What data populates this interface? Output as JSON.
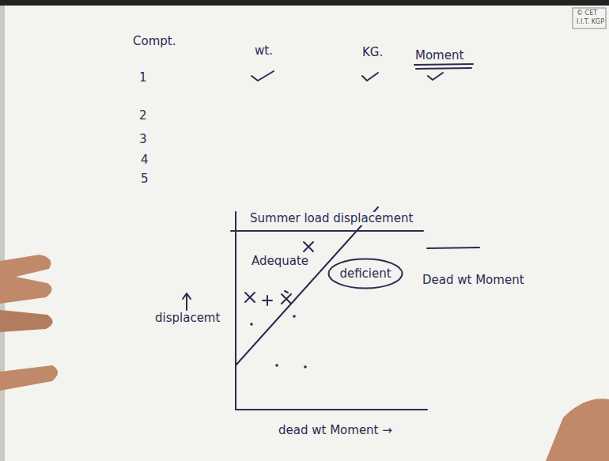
{
  "diagram": {
    "nodes": [
      {
        "text": [
          "deficient"
        ]
      }
    ],
    "labels": [
      "© CET",
      "I.I.T. KGP",
      "Compt.",
      "wt.",
      "KG.",
      "Moment",
      "1",
      "2",
      "3",
      "4",
      "5",
      "Summer load displacement",
      "Adequate",
      "displacemt",
      "dead wt Moment →",
      "Dead wt Moment"
    ]
  }
}
